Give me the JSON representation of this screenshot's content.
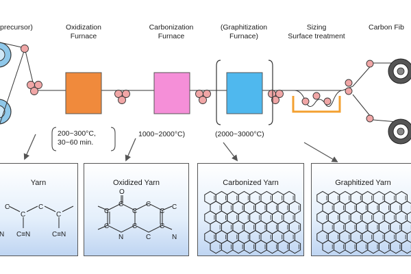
{
  "stages": {
    "precursor": "precursor)",
    "oxidization": [
      "Oxidization",
      "Furnace"
    ],
    "carbonization": [
      "Carbonization",
      "Furnace"
    ],
    "graphitization": [
      "(Graphitization",
      "Furnace)"
    ],
    "sizing": [
      "Sizing",
      "Surface treatment"
    ],
    "carbon_fiber": "Carbon Fib"
  },
  "conditions": {
    "oxidization": [
      "200~300°C,",
      "30~60 min."
    ],
    "carbonization": "1000~2000°C)",
    "graphitization": "(2000~3000°C)"
  },
  "panels": {
    "yarn": "Yarn",
    "oxidized": "Oxidized Yarn",
    "carbonized": "Carbonized Yarn",
    "graphitized": "Graphitized Yarn"
  },
  "chem_labels": {
    "c": "C",
    "cn": "C≡N",
    "n": "N",
    "o": "O"
  },
  "colors": {
    "oxidization_furnace": "#f08a3c",
    "carbonization_furnace": "#f58fd8",
    "graphitization_furnace": "#4fb8ee",
    "roller": "#f0a6a6",
    "sizing_bath": "#f3a030",
    "spool": "#555555",
    "panel_gradient_bottom": "#bfd5f2"
  }
}
